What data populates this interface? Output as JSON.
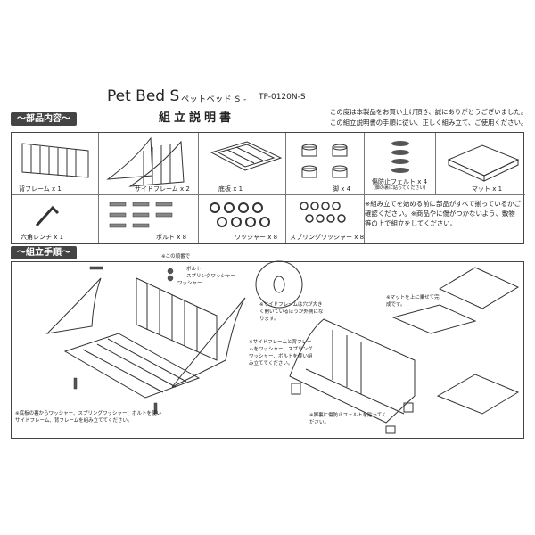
{
  "header": {
    "product": "Pet Bed S",
    "product_jp": "- ペットベッド S -",
    "model": "TP-0120N-S",
    "manual_title": "組立説明書",
    "thanks": "この度は本製品をお買い上げ頂き、誠にありがとうございました。この組立説明書の手順に従い、正しく組み立て、ご使用ください。"
  },
  "parts_section": {
    "tab": "～部品内容～",
    "items": [
      {
        "label": "背フレーム x 1"
      },
      {
        "label": "サイドフレーム x 2"
      },
      {
        "label": "底板 x 1"
      },
      {
        "label": "脚 x 4"
      },
      {
        "label": "傷防止フェルト x 4",
        "sub": "(脚の裏に貼ってください)"
      },
      {
        "label": "マット x 1"
      },
      {
        "label": "六角レンチ x 1"
      },
      {
        "label": "ボルト x 8"
      },
      {
        "label": "ワッシャー x 8"
      },
      {
        "label": "スプリングワッシャー x 8"
      }
    ],
    "notice": "※組み立てを始める前に部品がすべて揃っているかご確認ください。※商品やに傷がつかないよう、敷物等の上で組立をしてください。"
  },
  "steps_section": {
    "tab": "～組立手順～",
    "callouts": {
      "order": "※この順番で",
      "bolt": "ボルト",
      "spring_washer": "スプリングワッシャー",
      "washer": "ワッシャー",
      "hole_note": "※サイドフレームは穴が大きく開いているほうが外側になります。",
      "join_note": "※サイドフレームと背フレームをワッシャー、スプリングワッシャー、ボルトを使い組み立ててください。",
      "bottom_note": "※底板の裏からワッシャー、スプリングワッシャー、ボルトを使いサイドフレーム、背フレームを組み立ててください。",
      "felt_note": "※脚裏に傷防止フェルトを貼ってください。",
      "mat_note": "※マットを上に乗せて完成です。"
    }
  }
}
